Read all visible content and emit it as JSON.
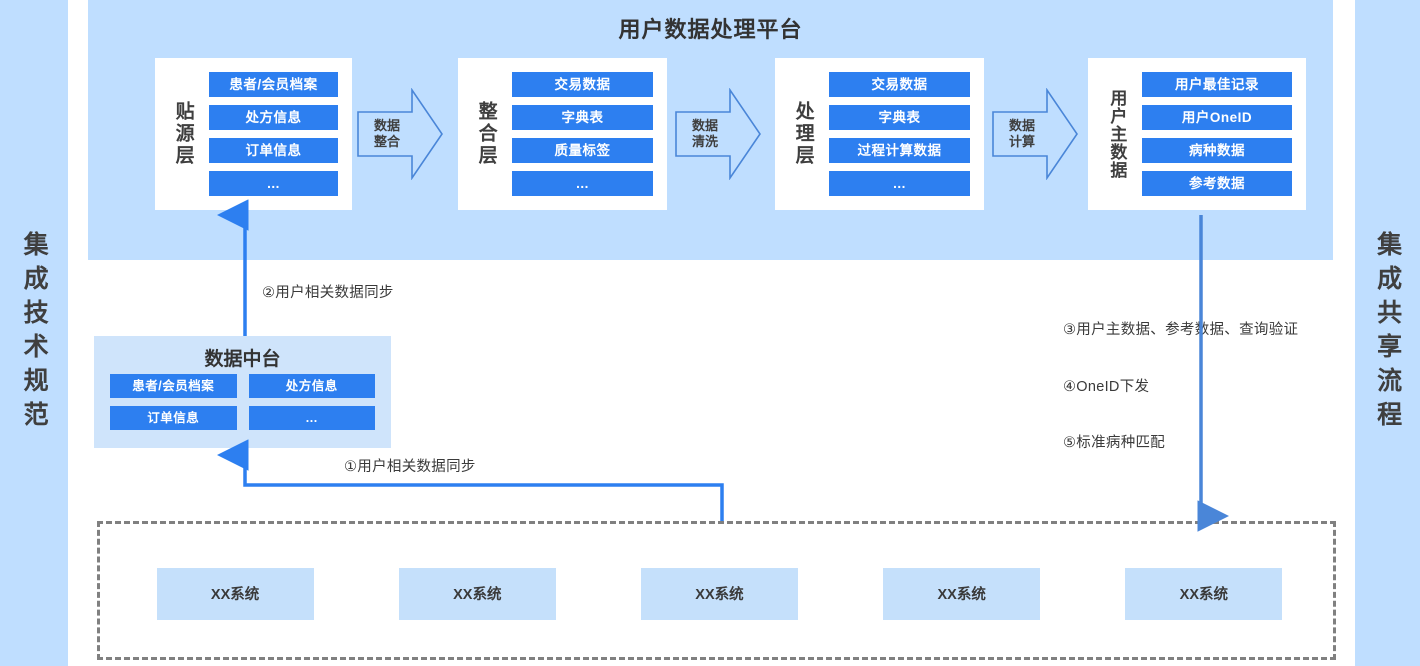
{
  "rails": {
    "left": "集成技术规范",
    "right": "集成共享流程"
  },
  "platform": {
    "title": "用户数据处理平台",
    "layers": [
      {
        "name": "贴源层",
        "items": [
          "患者/会员档案",
          "处方信息",
          "订单信息",
          "..."
        ]
      },
      {
        "name": "整合层",
        "items": [
          "交易数据",
          "字典表",
          "质量标签",
          "..."
        ]
      },
      {
        "name": "处理层",
        "items": [
          "交易数据",
          "字典表",
          "过程计算数据",
          "..."
        ]
      },
      {
        "name": "用户主数据",
        "items": [
          "用户最佳记录",
          "用户OneID",
          "病种数据",
          "参考数据"
        ]
      }
    ],
    "arrows": [
      {
        "label_line1": "数据",
        "label_line2": "整合"
      },
      {
        "label_line1": "数据",
        "label_line2": "清洗"
      },
      {
        "label_line1": "数据",
        "label_line2": "计算"
      }
    ]
  },
  "data_midend": {
    "title": "数据中台",
    "items": [
      "患者/会员档案",
      "处方信息",
      "订单信息",
      "..."
    ]
  },
  "annotations": {
    "flow1": "①用户相关数据同步",
    "flow2": "②用户相关数据同步",
    "flow3": "③用户主数据、参考数据、查询验证",
    "flow4": "④OneID下发",
    "flow5": "⑤标准病种匹配"
  },
  "systems": {
    "boxes": [
      "XX系统",
      "XX系统",
      "XX系统",
      "XX系统",
      "XX系统"
    ]
  },
  "colors": {
    "banner_bg": "#bfdeff",
    "item_blue": "#2d7ff0",
    "midend_bg": "#cfe4fb",
    "system_bg": "#c5e0fb",
    "connector_blue": "#2d7ff0",
    "arrow_outline": "#4a86d8",
    "dashed_border": "#808080"
  }
}
